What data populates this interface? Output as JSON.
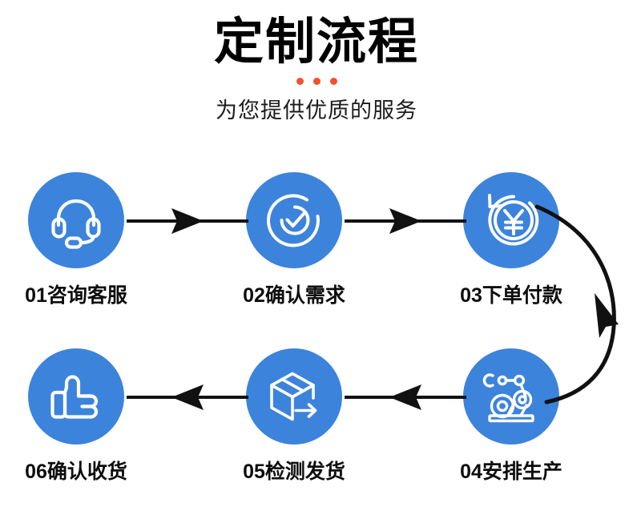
{
  "header": {
    "title": "定制流程",
    "subtitle": "为您提供优质的服务",
    "dot_count": 3,
    "dot_color": "#f0542a",
    "title_color": "#000000"
  },
  "theme": {
    "circle_blue": "#3c83dc",
    "icon_stroke": "#ffffff",
    "arrow_black": "#111111",
    "background": "#ffffff"
  },
  "flow": {
    "steps": [
      {
        "number": "01",
        "name": "咨询客服",
        "label": "01咨询客服",
        "icon": "headset-icon",
        "row": "top",
        "column": 1
      },
      {
        "number": "02",
        "name": "确认需求",
        "label": "02确认需求",
        "icon": "check-circle-icon",
        "row": "top",
        "column": 2
      },
      {
        "number": "03",
        "name": "下单付款",
        "label": "03下单付款",
        "icon": "yuan-refresh-icon",
        "row": "top",
        "column": 3
      },
      {
        "number": "04",
        "name": "安排生产",
        "label": "04安排生产",
        "icon": "robot-arm-icon",
        "row": "bottom",
        "column": 3
      },
      {
        "number": "05",
        "name": "检测发货",
        "label": "05检测发货",
        "icon": "package-ship-icon",
        "row": "bottom",
        "column": 2
      },
      {
        "number": "06",
        "name": "确认收货",
        "label": "06确认收货",
        "icon": "thumbs-up-icon",
        "row": "bottom",
        "column": 1
      }
    ],
    "connectors": [
      {
        "id": "arrow-01-to-02",
        "icon": "arrow-right-icon",
        "direction": "right"
      },
      {
        "id": "arrow-02-to-03",
        "icon": "arrow-right-icon",
        "direction": "right"
      },
      {
        "id": "arrow-03-to-04",
        "icon": "arrow-curve-down-icon",
        "direction": "curve-down"
      },
      {
        "id": "arrow-04-to-05",
        "icon": "arrow-left-icon",
        "direction": "left"
      },
      {
        "id": "arrow-05-to-06",
        "icon": "arrow-left-icon",
        "direction": "left"
      }
    ]
  }
}
